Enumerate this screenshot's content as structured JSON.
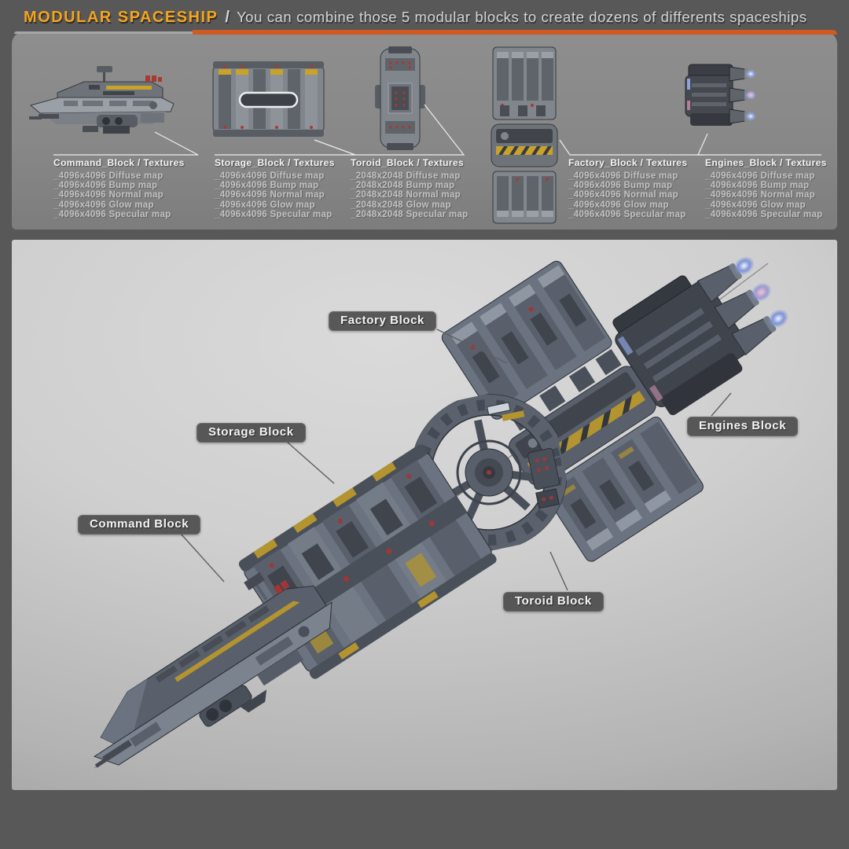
{
  "header": {
    "title": "MODULAR SPACESHIP",
    "separator": "/",
    "subtitle": "You can combine those 5 modular blocks to create dozens of differents spaceships"
  },
  "colors": {
    "title_orange": "#f5a51d",
    "rule_orange": "#cf5a24",
    "outer_background": "#585858",
    "texture_panel_gray": "#878787",
    "render_panel_light": "#cfcfcf",
    "callout_dark": "#4d4d4d",
    "accent_yellow": "#c9a22a",
    "accent_red": "#a83a32",
    "engine_glow_blue": "#8fa3da"
  },
  "texture_panel": {
    "blocks": [
      {
        "title": "Command_Block / Textures",
        "maps": [
          "_4096x4096 Diffuse map",
          "_4096x4096 Bump map",
          "_4096x4096 Normal map",
          "_4096x4096 Glow map",
          "_4096x4096 Specular map"
        ]
      },
      {
        "title": "Storage_Block / Textures",
        "maps": [
          "_4096x4096 Diffuse map",
          "_4096x4096 Bump map",
          "_4096x4096 Normal map",
          "_4096x4096 Glow map",
          "_4096x4096 Specular map"
        ]
      },
      {
        "title": "Toroid_Block / Textures",
        "maps": [
          "_2048x2048 Diffuse map",
          "_2048x2048 Bump map",
          "_2048x2048 Normal map",
          "_2048x2048 Glow map",
          "_2048x2048 Specular map"
        ]
      },
      {
        "title": "Factory_Block / Textures",
        "maps": [
          "_4096x4096 Diffuse map",
          "_4096x4096 Bump map",
          "_4096x4096 Normal map",
          "_4096x4096 Glow map",
          "_4096x4096 Specular map"
        ]
      },
      {
        "title": "Engines_Block / Textures",
        "maps": [
          "_4096x4096 Diffuse map",
          "_4096x4096 Bump map",
          "_4096x4096 Normal map",
          "_4096x4096 Glow map",
          "_4096x4096 Specular map"
        ]
      }
    ]
  },
  "exploded_view": {
    "callouts": [
      {
        "id": "factory",
        "label": "Factory Block"
      },
      {
        "id": "engines",
        "label": "Engines Block"
      },
      {
        "id": "storage",
        "label": "Storage Block"
      },
      {
        "id": "command",
        "label": "Command Block"
      },
      {
        "id": "toroid",
        "label": "Toroid Block"
      }
    ]
  }
}
